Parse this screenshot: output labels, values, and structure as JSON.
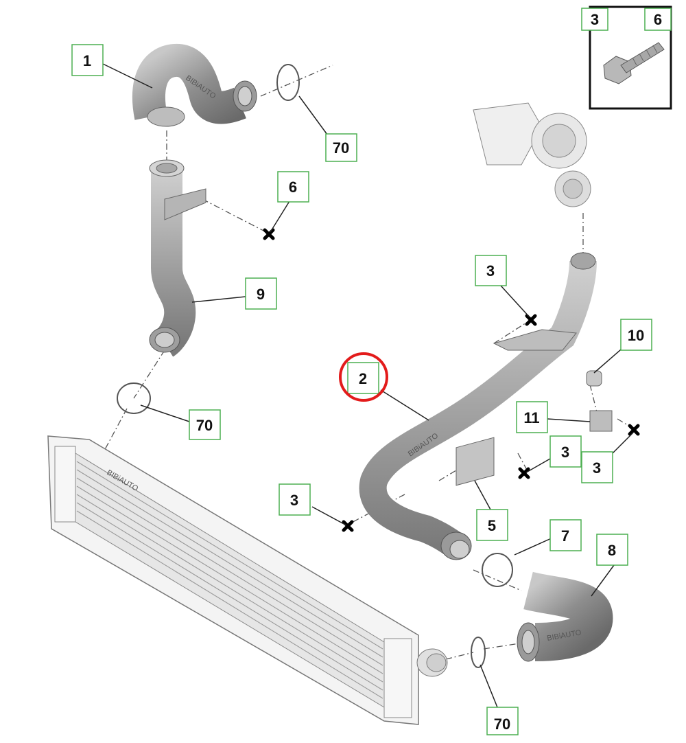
{
  "colors": {
    "label_border": "#4caf50",
    "highlight": "#e31b1b",
    "part_fill": "#9a9a9a",
    "part_dark": "#6f6f6f",
    "line": "#222222"
  },
  "labels": {
    "hose_upper": "1",
    "clamp_upper": "70",
    "screw_upper": "6",
    "hose_mid": "9",
    "clamp_mid": "70",
    "pipe_main": "2",
    "screw_a": "3",
    "bracket_small": "10",
    "bracket_mid": "11",
    "screw_b": "3",
    "screw_c": "3",
    "screw_d": "3",
    "bracket_pipe": "5",
    "clamp_lower": "7",
    "hose_lower": "8",
    "clamp_bottom": "70"
  },
  "inset": {
    "left": "3",
    "right": "6"
  },
  "watermarks": {
    "w1": "BIBiAUTO",
    "w2": "BIBiAUTO",
    "w3": "BIBiAUTO",
    "w4": "BIBiAUTO"
  }
}
